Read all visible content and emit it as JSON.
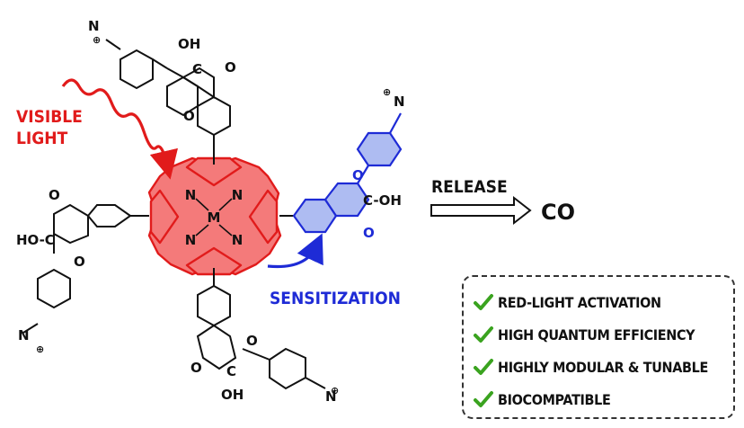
{
  "labels": {
    "visible_light": [
      "VISIBLE",
      "LIGHT"
    ],
    "sensitization": "SENSITIZATION",
    "release": "RELEASE",
    "co": "CO",
    "metal": "M",
    "nitrogen": "N",
    "oxygen": "O",
    "oh": "OH",
    "c_oh": "C-OH",
    "ho_c": "HO-C",
    "carbon": "C",
    "ammonium": "N",
    "plus": "⊕"
  },
  "features": [
    {
      "text": "RED-LIGHT ACTIVATION",
      "icon": "check-icon"
    },
    {
      "text": "HIGH QUANTUM EFFICIENCY",
      "icon": "check-icon"
    },
    {
      "text": "HIGHLY MODULAR & TUNABLE",
      "icon": "check-icon"
    },
    {
      "text": "BIOCOMPATIBLE",
      "icon": "check-icon"
    }
  ],
  "colors": {
    "porphyrin_fill": "#f47a7a",
    "porphyrin_stroke": "#e11b1b",
    "light_red": "#e11b1b",
    "sensitizer_blue": "#1e2bd6",
    "sensitizer_fill": "#aebcf2",
    "check_green": "#3aa31f",
    "ink": "#111111"
  }
}
